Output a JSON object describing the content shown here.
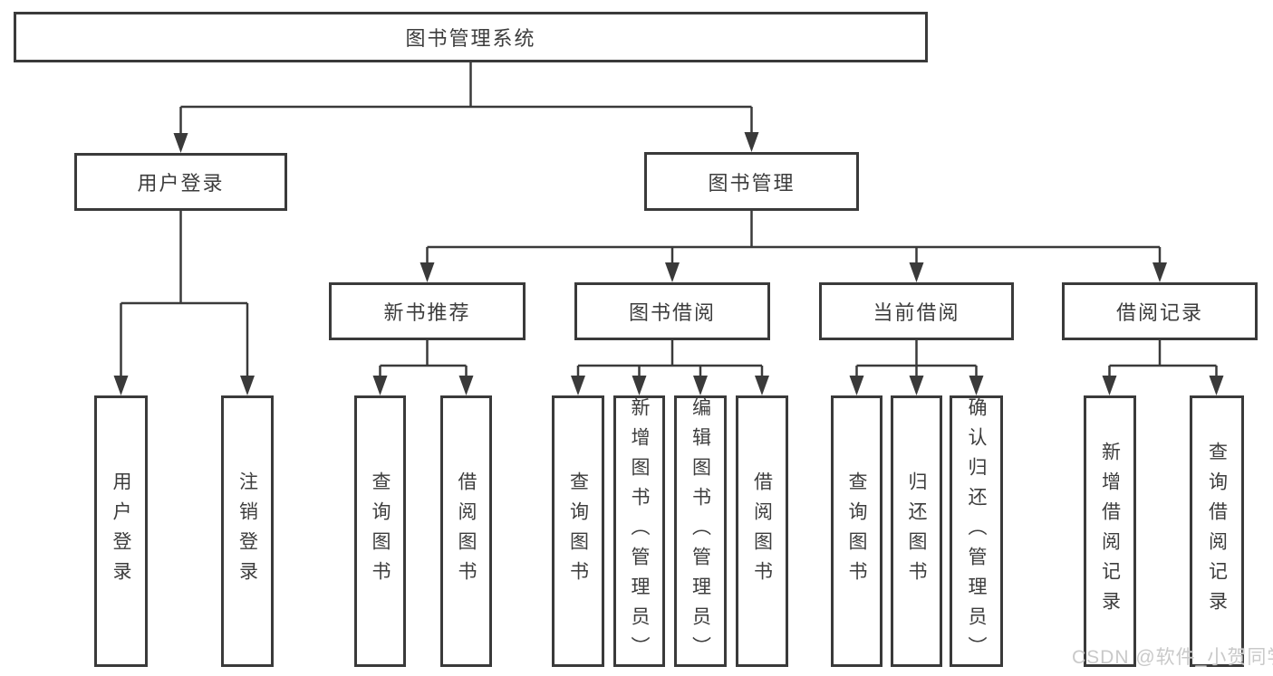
{
  "colors": {
    "line": "#3a3a3a",
    "box_border": "#3a3a3a",
    "text": "#3d3d3d",
    "watermark": "#c9c9c9"
  },
  "watermark": "CSDN @软件_小贺同学",
  "tree": {
    "label": "图书管理系统",
    "children": [
      {
        "label": "用户登录",
        "children": [
          {
            "label": "用户登录"
          },
          {
            "label": "注销登录"
          }
        ]
      },
      {
        "label": "图书管理",
        "children": [
          {
            "label": "新书推荐",
            "children": [
              {
                "label": "查询图书"
              },
              {
                "label": "借阅图书"
              }
            ]
          },
          {
            "label": "图书借阅",
            "children": [
              {
                "label": "查询图书"
              },
              {
                "label": "新增图书（管理员）"
              },
              {
                "label": "编辑图书（管理员）"
              },
              {
                "label": "借阅图书"
              }
            ]
          },
          {
            "label": "当前借阅",
            "children": [
              {
                "label": "查询图书"
              },
              {
                "label": "归还图书"
              },
              {
                "label": "确认归还（管理员）"
              }
            ]
          },
          {
            "label": "借阅记录",
            "children": [
              {
                "label": "新增借阅记录"
              },
              {
                "label": "查询借阅记录"
              }
            ]
          }
        ]
      }
    ]
  }
}
